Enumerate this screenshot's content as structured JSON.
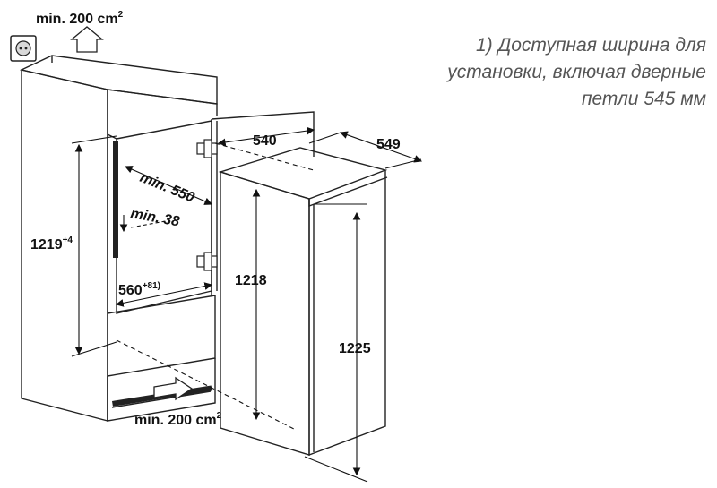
{
  "note": {
    "lines": [
      "1) Доступная ширина для",
      "установки, включая дверные",
      "петли 545 мм"
    ]
  },
  "dimensions": {
    "vent_top": "min. 200 cm",
    "vent_top_sup": "2",
    "vent_bottom": "min. 200 cm",
    "vent_bottom_sup": "2",
    "niche_height": "1219",
    "niche_height_sup": "+4",
    "niche_depth": "min. 550",
    "gap_min": "min. 38",
    "niche_width": "560",
    "niche_width_sup": "+8",
    "niche_width_note": "1)",
    "appliance_width": "540",
    "appliance_depth": "549",
    "appliance_height": "1218",
    "appliance_height_door": "1225"
  }
}
